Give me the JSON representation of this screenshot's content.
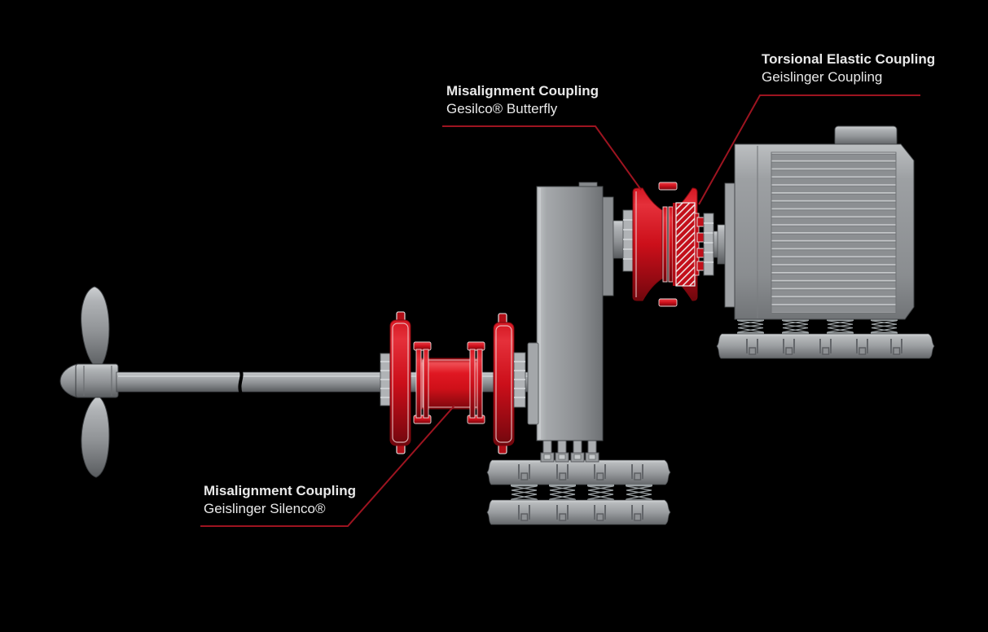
{
  "diagram": {
    "background": "#000000",
    "colors": {
      "background": "#000000",
      "label_text": "#e9e9e9",
      "leader_line": "#9d1420",
      "coupling_red": "#d01019",
      "coupling_red_dark": "#8f0a12",
      "machinery_gray": "#94979a",
      "machinery_gray_light": "#c6c9cb",
      "machinery_gray_dark": "#55585b"
    },
    "labels": {
      "silenco": {
        "line1": "Misalignment Coupling",
        "line2": "Geislinger Silenco®"
      },
      "butterfly": {
        "line1": "Misalignment Coupling",
        "line2": "Gesilco® Butterfly"
      },
      "torsional": {
        "line1": "Torsional Elastic Coupling",
        "line2": "Geislinger Coupling"
      }
    }
  }
}
